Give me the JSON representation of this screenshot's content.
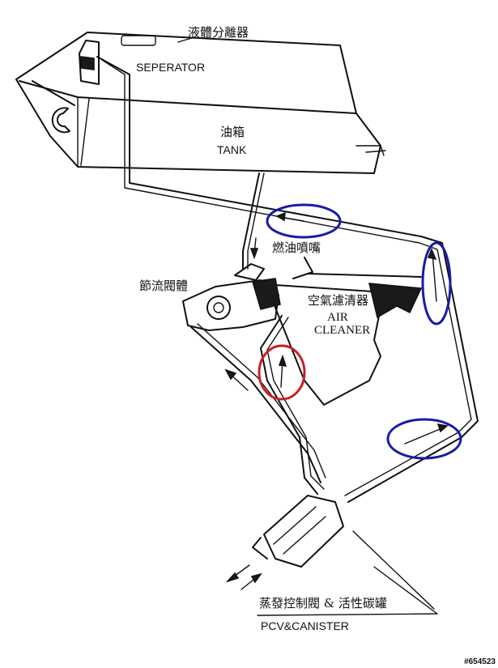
{
  "labels": {
    "separator_cn": "液體分離器",
    "separator_en": "SEPERATOR",
    "tank_cn": "油箱",
    "tank_en": "TANK",
    "injector_cn": "燃油噴嘴",
    "throttle_cn": "節流閥體",
    "air_cleaner_cn": "空氣濾清器",
    "air_cleaner_en_1": "AIR",
    "air_cleaner_en_2": "CLEANER",
    "pcv_cn": "蒸發控制閥 & 活性碳罐",
    "pcv_en": "PCV&CANISTER"
  },
  "watermark": "#654523",
  "highlight_colors": {
    "blue": "#1a1aa8",
    "red": "#cc1f1f"
  }
}
